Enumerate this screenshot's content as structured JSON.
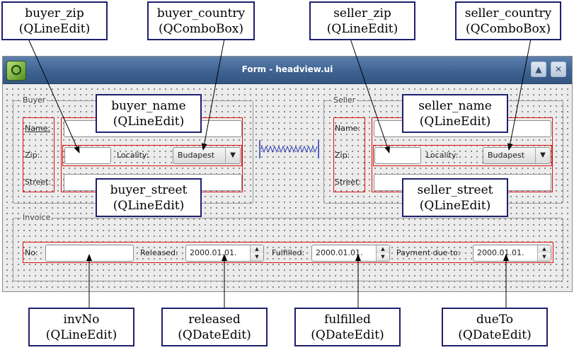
{
  "window": {
    "title": "Form - headview.ui",
    "minimize_glyph": "▲",
    "close_glyph": "✕",
    "app_icon": "qt-designer-icon"
  },
  "buyer": {
    "group_label": "Buyer",
    "name_label": "Name:",
    "zip_label": "Zip:",
    "locality_label": "Locality:",
    "street_label": "Street:",
    "country_value": "Budapest",
    "name_value": "",
    "zip_value": "",
    "street_value": ""
  },
  "seller": {
    "group_label": "Seller",
    "name_label": "Name:",
    "zip_label": "Zip:",
    "locality_label": "Locality:",
    "street_label": "Street:",
    "country_value": "Budapest",
    "name_value": "",
    "zip_value": "",
    "street_value": ""
  },
  "invoice": {
    "group_label": "Invoice",
    "no_label": "No:",
    "released_label": "Released:",
    "fulfilled_label": "Fulfilled:",
    "payment_label": "Payment due to:",
    "no_value": "",
    "released_value": "2000.01.01.",
    "fulfilled_value": "2000.01.01.",
    "due_value": "2000.01.01."
  },
  "callouts": {
    "buyer_zip": {
      "name": "buyer_zip",
      "type": "(QLineEdit)"
    },
    "buyer_country": {
      "name": "buyer_country",
      "type": "(QComboBox)"
    },
    "seller_zip": {
      "name": "seller_zip",
      "type": "(QLineEdit)"
    },
    "seller_country": {
      "name": "seller_country",
      "type": "(QComboBox)"
    },
    "buyer_name": {
      "name": "buyer_name",
      "type": "(QLineEdit)"
    },
    "seller_name": {
      "name": "seller_name",
      "type": "(QLineEdit)"
    },
    "buyer_street": {
      "name": "buyer_street",
      "type": "(QLineEdit)"
    },
    "seller_street": {
      "name": "seller_street",
      "type": "(QLineEdit)"
    },
    "invNo": {
      "name": "invNo",
      "type": "(QLineEdit)"
    },
    "released": {
      "name": "released",
      "type": "(QDateEdit)"
    },
    "fulfilled": {
      "name": "fulfilled",
      "type": "(QDateEdit)"
    },
    "dueTo": {
      "name": "dueTo",
      "type": "(QDateEdit)"
    }
  },
  "colors": {
    "annotation_red": "#e01010",
    "callout_border": "#1f1f6e",
    "spacer_blue": "#2a3cb0",
    "titlebar": "#3e6292"
  },
  "dropdown_icon": "triangle-down-icon",
  "spin_icons": [
    "spin-up-icon",
    "spin-down-icon"
  ]
}
